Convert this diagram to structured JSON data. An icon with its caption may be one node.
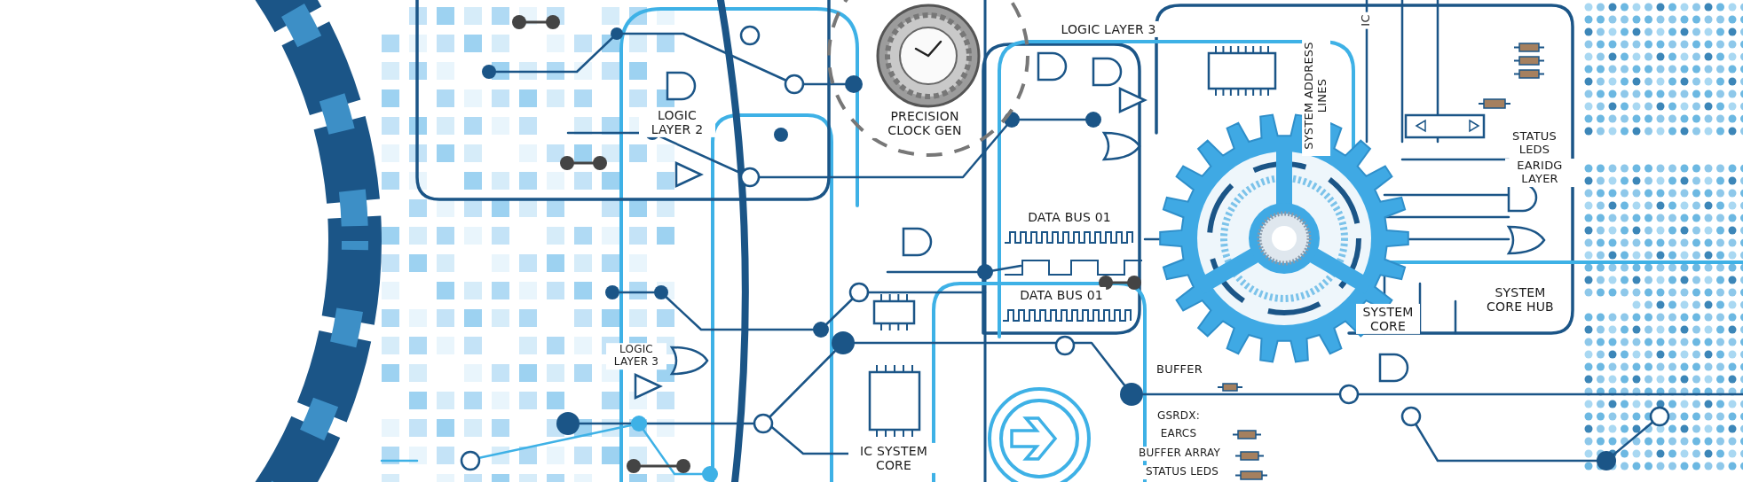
{
  "diagram": {
    "labels": [
      "IC",
      "LOGIC LAYER 3",
      "SYSTEM ADDRESS LINES",
      "LOGIC LAYER 2",
      "PRECISION CLOCK GEN",
      "STATUS LEDS",
      "EARIDG LAYER",
      "DATA BUS 01",
      "DATA BUS 01",
      "SYSTEM CORE HUB",
      "SYSTEM CORE",
      "LOGIC LAYER 3",
      "BUFFER",
      "GSRDX:",
      "EARCS",
      "IC SYSTEM CORE",
      "BUFFER ARRAY",
      "STATUS LEDS"
    ]
  }
}
